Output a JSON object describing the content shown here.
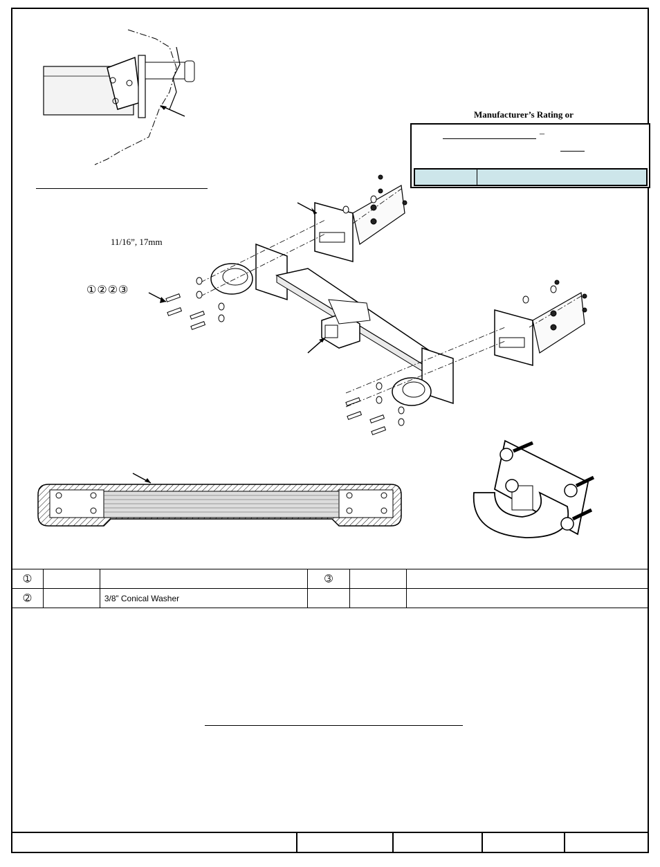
{
  "rating": {
    "title": "Manufacturer’s Rating or",
    "dash": "–"
  },
  "labels": {
    "socket_size": "11/16”, 17mm",
    "part_callout": "①②②③"
  },
  "parts_table": {
    "rows": [
      {
        "num": "➀",
        "qty": "",
        "desc": "",
        "num2": "➂",
        "qty2": "",
        "desc2": ""
      },
      {
        "num": "➁",
        "qty": "",
        "desc": "3/8” Conical Washer",
        "num2": "",
        "qty2": "",
        "desc2": ""
      }
    ]
  },
  "icons": [
    "arrow-icon",
    "bolt-icon",
    "washer-icon"
  ]
}
